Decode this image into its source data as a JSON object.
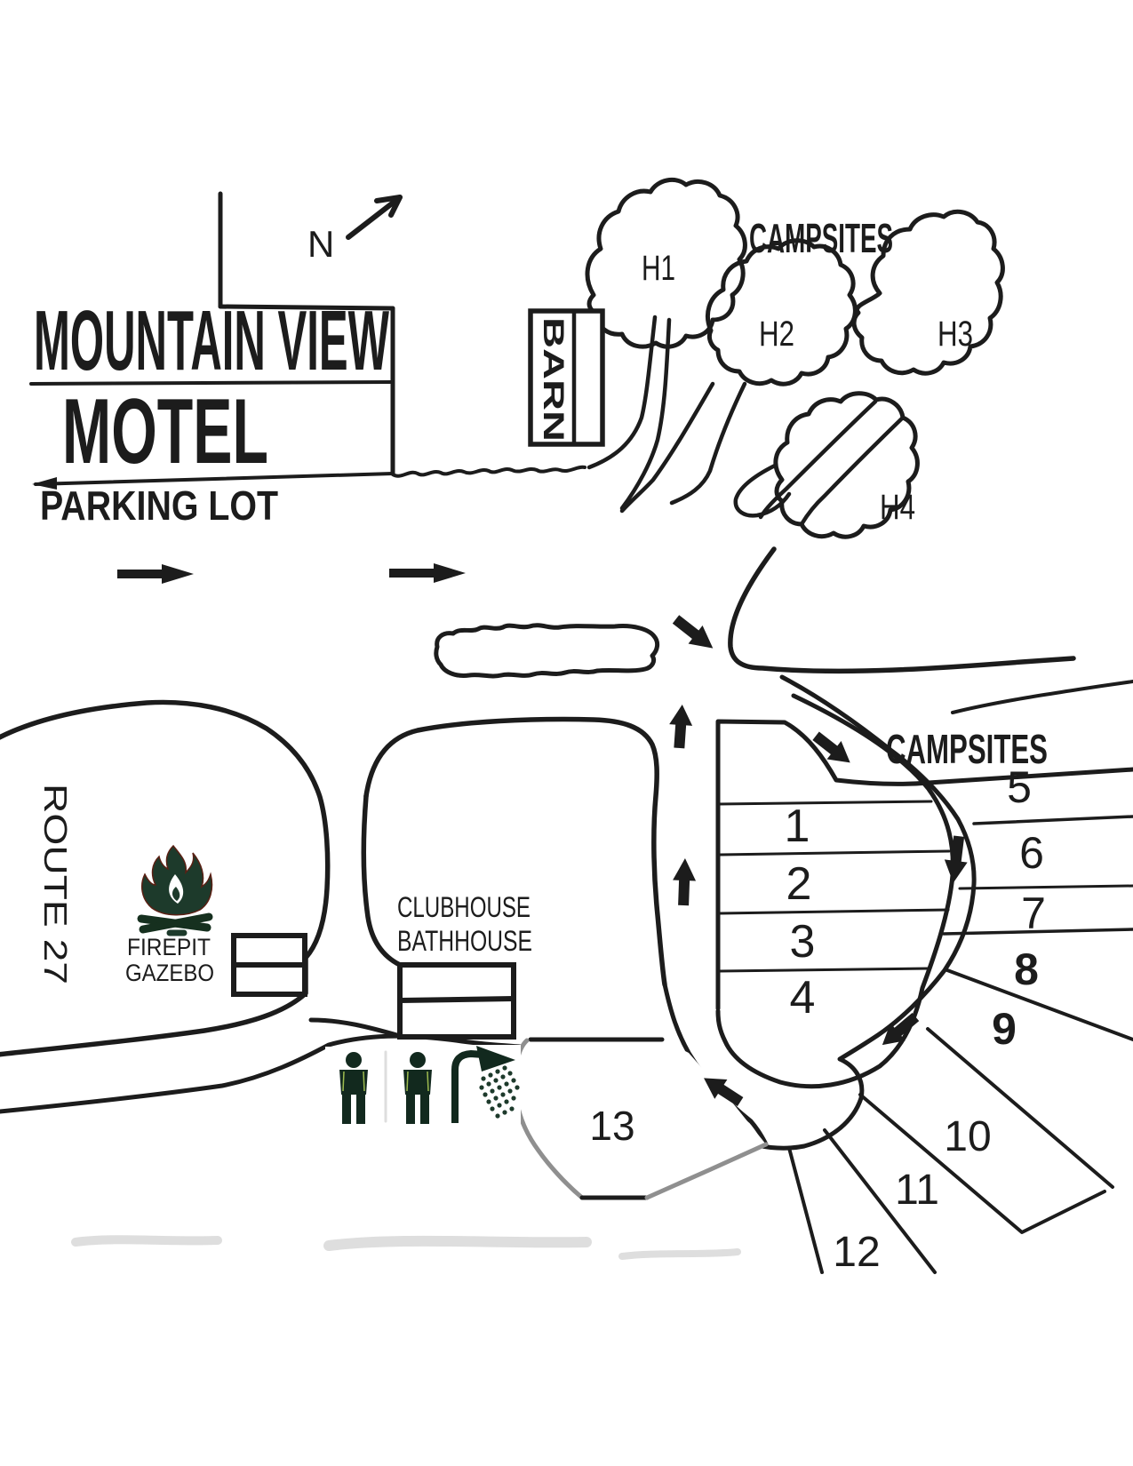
{
  "page": {
    "background": "#ffffff",
    "ink_color": "#1c1c1c",
    "gray_line_color": "#8f8f8f",
    "icon_green": "#16301f"
  },
  "header": {
    "motel_line1": "MOUNTAIN VIEW",
    "motel_line2": "MOTEL",
    "parking_label": "PARKING LOT",
    "north_label": "N"
  },
  "buildings": {
    "barn_label": "BARN",
    "clubhouse_label": "CLUBHOUSE",
    "bathhouse_label": "BATHHOUSE",
    "firepit_label": "FIREPIT",
    "gazebo_label": "GAZEBO"
  },
  "roads": {
    "route_label": "ROUTE 27"
  },
  "campsites": {
    "top_label": "CAMPSITES",
    "right_label": "CAMPSITES",
    "h_sites": [
      "H1",
      "H2",
      "H3",
      "H4"
    ],
    "numbered": [
      "1",
      "2",
      "3",
      "4",
      "5",
      "6",
      "7",
      "8",
      "9",
      "10",
      "11",
      "12",
      "13"
    ]
  }
}
